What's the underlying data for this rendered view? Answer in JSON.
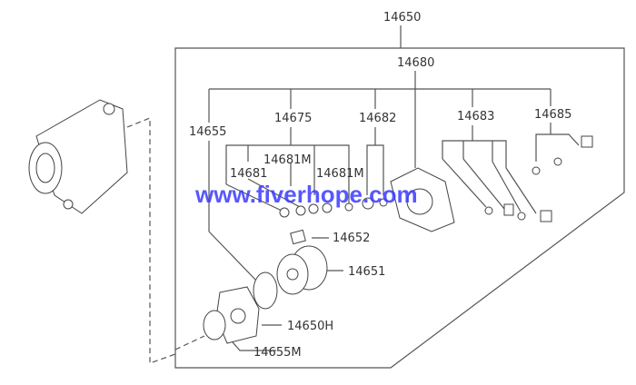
{
  "watermark": "www.fiverhope.com",
  "labels": {
    "p14650": "14650",
    "p14680": "14680",
    "p14655": "14655",
    "p14675": "14675",
    "p14682": "14682",
    "p14683": "14683",
    "p14685": "14685",
    "p14681M_a": "14681M",
    "p14681": "14681",
    "p14681M_b": "14681M",
    "p14652": "14652",
    "p14651": "14651",
    "p14650H": "14650H",
    "p14655M": "14655M"
  }
}
